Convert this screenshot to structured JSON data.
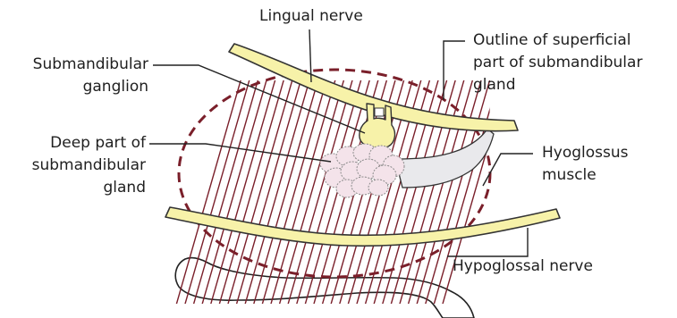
{
  "diagram": {
    "labels": {
      "lingual_nerve": [
        "Lingual nerve"
      ],
      "outline_superficial": [
        "Outline of superficial",
        "part of submandibular",
        "gland"
      ],
      "submandibular_ganglion": [
        "Submandibular",
        "ganglion"
      ],
      "deep_part": [
        "Deep part of",
        "submandibular",
        "gland"
      ],
      "hyoglossus": [
        "Hyoglossus",
        "muscle"
      ],
      "hypoglossal_nerve": [
        "Hypoglossal nerve"
      ]
    },
    "colors": {
      "nerve_fill": "#f7f2a9",
      "nerve_stroke": "#333333",
      "muscle_lines": "#7a1f2a",
      "gland_outline": "#7a1f2a",
      "deep_gland_fill": "#f4e3ea",
      "duct_fill": "#e9e9ec",
      "leader_lines": "#222222"
    }
  }
}
